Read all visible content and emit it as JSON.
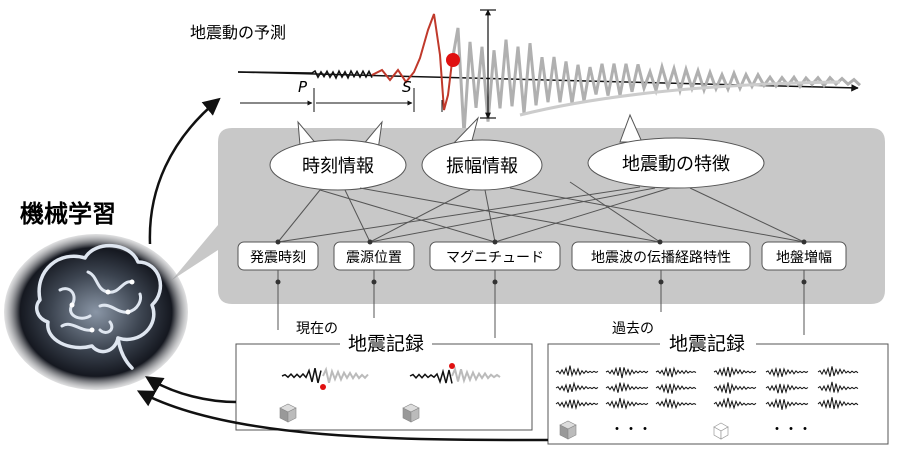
{
  "prediction_title": "地震動の予測",
  "phase_labels": {
    "p": "P",
    "s": "S"
  },
  "machine_learning_label": "機械学習",
  "bubbles": [
    {
      "label": "時刻情報"
    },
    {
      "label": "振幅情報"
    },
    {
      "label": "地震動の特徴"
    }
  ],
  "feature_boxes": [
    {
      "label": "発震時刻"
    },
    {
      "label": "震源位置"
    },
    {
      "label": "マグニチュード"
    },
    {
      "label": "地震波の伝播経路特性"
    },
    {
      "label": "地盤増幅"
    }
  ],
  "current_record": {
    "prefix": "現在の",
    "title": "地震記録"
  },
  "past_record": {
    "prefix": "過去の",
    "title": "地震記録",
    "ellipsis": "・・・"
  },
  "colors": {
    "panel_gray": "#c8c8c8",
    "trace_black": "#111111",
    "trace_red": "#c0392b",
    "trace_gray": "#b0b0b0",
    "marker_red": "#e01010",
    "brain_glow": "#5a6470"
  },
  "icons": [
    "brain-icon",
    "cube-icon"
  ]
}
